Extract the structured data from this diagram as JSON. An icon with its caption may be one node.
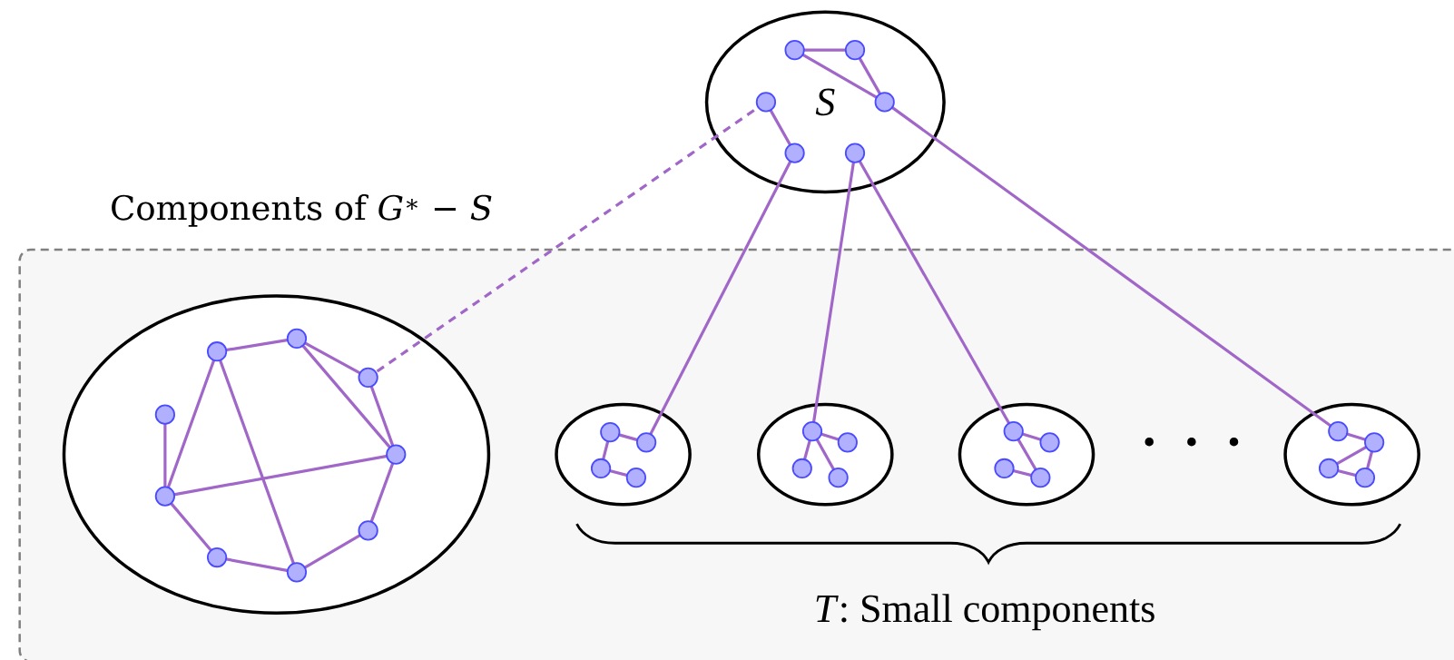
{
  "diagram": {
    "nodes": [
      {
        "text": [
          "S"
        ]
      },
      {
        "text": [],
        "shape": "circle",
        "in": 0
      },
      {
        "text": [],
        "shape": "circle",
        "in": 0
      },
      {
        "text": [],
        "shape": "circle",
        "in": 0
      },
      {
        "text": [],
        "shape": "circle",
        "in": 0
      },
      {
        "text": [],
        "shape": "circle",
        "in": 0
      },
      {
        "text": [],
        "shape": "circle",
        "in": 0
      },
      {
        "text": [
          "Components of *G*$^{∗}$ − *S*"
        ]
      },
      {
        "text": [],
        "shape": "ellipse",
        "in": 7
      },
      {
        "text": [],
        "shape": "circle",
        "in": 8
      },
      {
        "text": [],
        "shape": "circle",
        "in": 8
      },
      {
        "text": [],
        "shape": "circle",
        "in": 8
      },
      {
        "text": [],
        "shape": "circle",
        "in": 8
      },
      {
        "text": [],
        "shape": "circle",
        "in": 8
      },
      {
        "text": [],
        "shape": "circle",
        "in": 8
      },
      {
        "text": [],
        "shape": "circle",
        "in": 8
      },
      {
        "text": [],
        "shape": "circle",
        "in": 8
      },
      {
        "text": [],
        "shape": "circle",
        "in": 8
      },
      {
        "text": [],
        "shape": "ellipse",
        "in": 7
      },
      {
        "text": [],
        "shape": "circle",
        "in": 18
      },
      {
        "text": [],
        "shape": "circle",
        "in": 18
      },
      {
        "text": [],
        "shape": "circle",
        "in": 18
      },
      {
        "text": [],
        "shape": "circle",
        "in": 18
      },
      {
        "text": [],
        "shape": "ellipse",
        "in": 7
      },
      {
        "text": [],
        "shape": "circle",
        "in": 23
      },
      {
        "text": [],
        "shape": "circle",
        "in": 23
      },
      {
        "text": [],
        "shape": "circle",
        "in": 23
      },
      {
        "text": [],
        "shape": "circle",
        "in": 23
      },
      {
        "text": [],
        "shape": "ellipse",
        "in": 7
      },
      {
        "text": [],
        "shape": "circle",
        "in": 28
      },
      {
        "text": [],
        "shape": "circle",
        "in": 28
      },
      {
        "text": [],
        "shape": "circle",
        "in": 28
      },
      {
        "text": [],
        "shape": "circle",
        "in": 28
      },
      {
        "text": [],
        "shape": "ellipse",
        "in": 7
      },
      {
        "text": [],
        "shape": "circle",
        "in": 33
      },
      {
        "text": [],
        "shape": "circle",
        "in": 33
      },
      {
        "text": [],
        "shape": "circle",
        "in": 33
      },
      {
        "text": [],
        "shape": "circle",
        "in": 33
      }
    ],
    "edges": [
      {
        "from": 1,
        "to": 2,
        "arrow": "none"
      },
      {
        "from": 1,
        "to": 3,
        "arrow": "none"
      },
      {
        "from": 2,
        "to": 3,
        "arrow": "none"
      },
      {
        "from": 4,
        "to": 5,
        "arrow": "none"
      },
      {
        "from": 4,
        "to": 11,
        "arrow": "none",
        "style": "dashed"
      },
      {
        "from": 5,
        "to": 20,
        "arrow": "none"
      },
      {
        "from": 6,
        "to": 24,
        "arrow": "none"
      },
      {
        "from": 6,
        "to": 29,
        "arrow": "none"
      },
      {
        "from": 3,
        "to": 34,
        "arrow": "none"
      },
      {
        "from": 9,
        "to": 10,
        "arrow": "none"
      },
      {
        "from": 10,
        "to": 11,
        "arrow": "none"
      },
      {
        "from": 10,
        "to": 12,
        "arrow": "none"
      },
      {
        "from": 11,
        "to": 12,
        "arrow": "none"
      },
      {
        "from": 12,
        "to": 13,
        "arrow": "none"
      },
      {
        "from": 13,
        "to": 14,
        "arrow": "none"
      },
      {
        "from": 14,
        "to": 15,
        "arrow": "none"
      },
      {
        "from": 15,
        "to": 16,
        "arrow": "none"
      },
      {
        "from": 16,
        "to": 17,
        "arrow": "none"
      },
      {
        "from": 16,
        "to": 9,
        "arrow": "none"
      },
      {
        "from": 9,
        "to": 14,
        "arrow": "none"
      },
      {
        "from": 16,
        "to": 12,
        "arrow": "none"
      },
      {
        "from": 19,
        "to": 20,
        "arrow": "none"
      },
      {
        "from": 19,
        "to": 21,
        "arrow": "none"
      },
      {
        "from": 21,
        "to": 22,
        "arrow": "none"
      },
      {
        "from": 24,
        "to": 25,
        "arrow": "none"
      },
      {
        "from": 24,
        "to": 26,
        "arrow": "none"
      },
      {
        "from": 24,
        "to": 27,
        "arrow": "none"
      },
      {
        "from": 29,
        "to": 30,
        "arrow": "none"
      },
      {
        "from": 29,
        "to": 32,
        "arrow": "none"
      },
      {
        "from": 31,
        "to": 32,
        "arrow": "none"
      },
      {
        "from": 34,
        "to": 35,
        "arrow": "none"
      },
      {
        "from": 35,
        "to": 36,
        "arrow": "none"
      },
      {
        "from": 35,
        "to": 37,
        "arrow": "none"
      },
      {
        "from": 36,
        "to": 37,
        "arrow": "none"
      }
    ],
    "labels": [
      "· · ·",
      "*T*: Small components"
    ]
  }
}
